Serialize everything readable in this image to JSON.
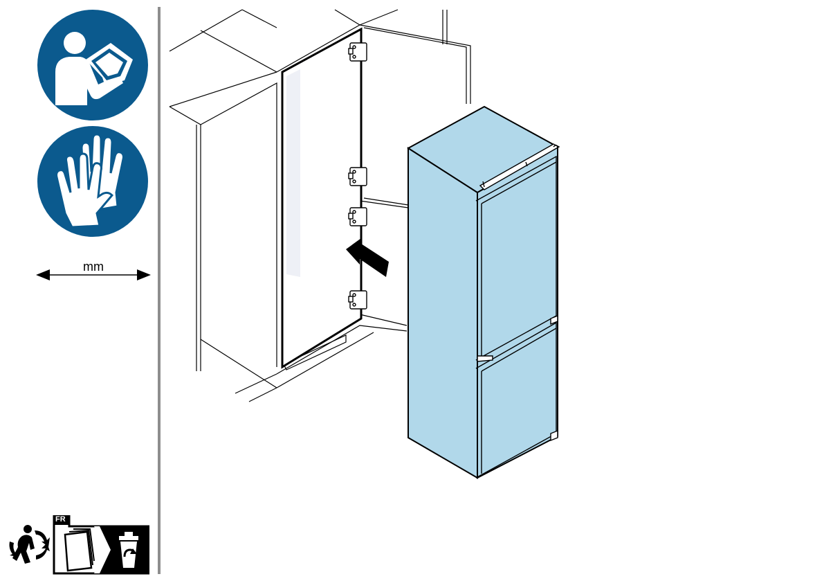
{
  "sidebar": {
    "safety_signs": [
      {
        "icon": "read-manual-icon",
        "color": "#0b5a8e"
      },
      {
        "icon": "wear-gloves-icon",
        "color": "#0b5a8e"
      }
    ],
    "dimension_unit": "mm"
  },
  "illustration": {
    "subject": "fridge-freezer-installation",
    "appliance_color": "#b1d8ea",
    "arrow_color": "#000000"
  },
  "recycling": {
    "country_code": "FR",
    "icons": [
      "triman-icon",
      "paper-icon",
      "recycle-bin-icon"
    ]
  }
}
